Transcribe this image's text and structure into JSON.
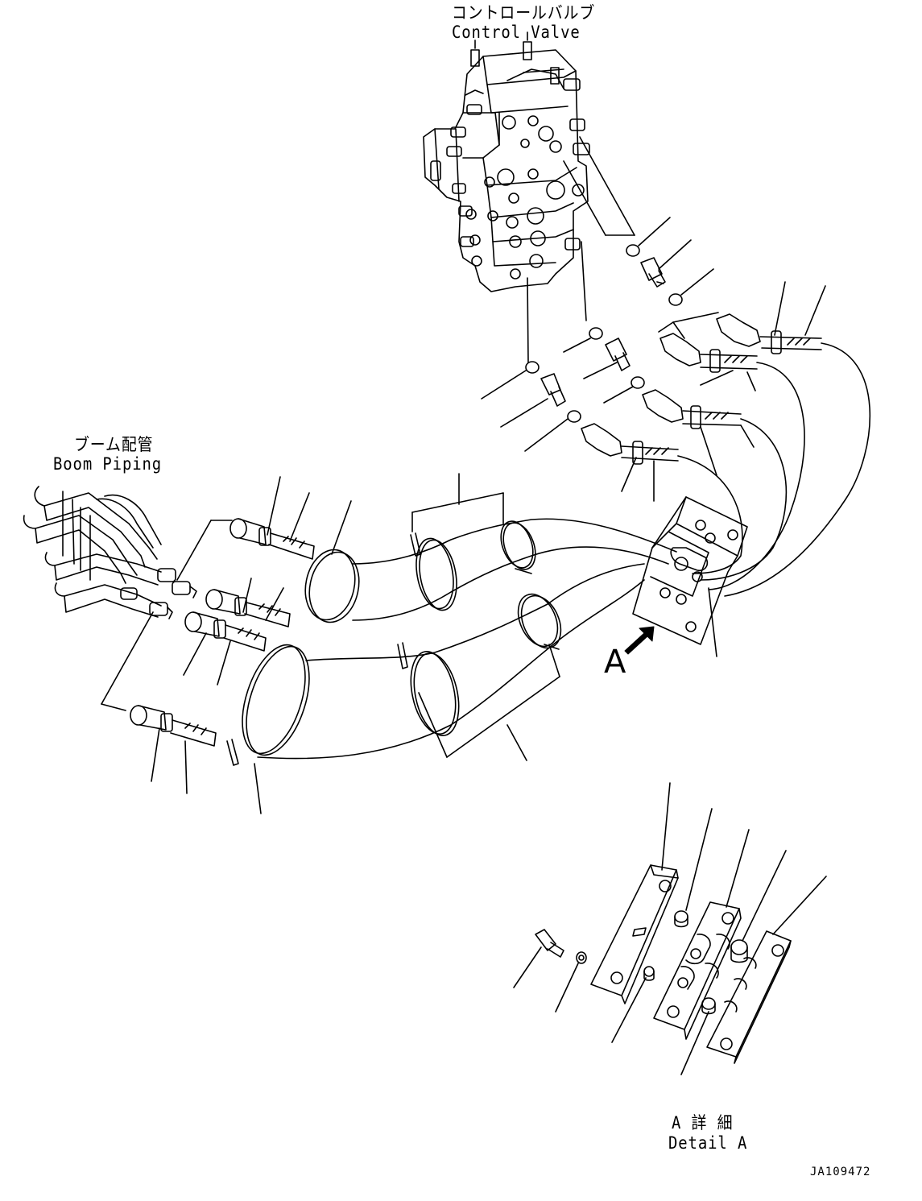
{
  "labels": {
    "control_valve_jp": "コントロールバルブ",
    "control_valve_en": "Control Valve",
    "boom_piping_jp": "ブーム配管",
    "boom_piping_en": "Boom Piping",
    "detail_jp": "A 詳 細",
    "detail_en": "Detail A",
    "view_callout": "A",
    "drawing_number": "JA109472"
  },
  "colors": {
    "line": "#000000",
    "background": "#ffffff"
  },
  "icons": {
    "view_arrow": "bold-arrow-up-right-icon"
  }
}
